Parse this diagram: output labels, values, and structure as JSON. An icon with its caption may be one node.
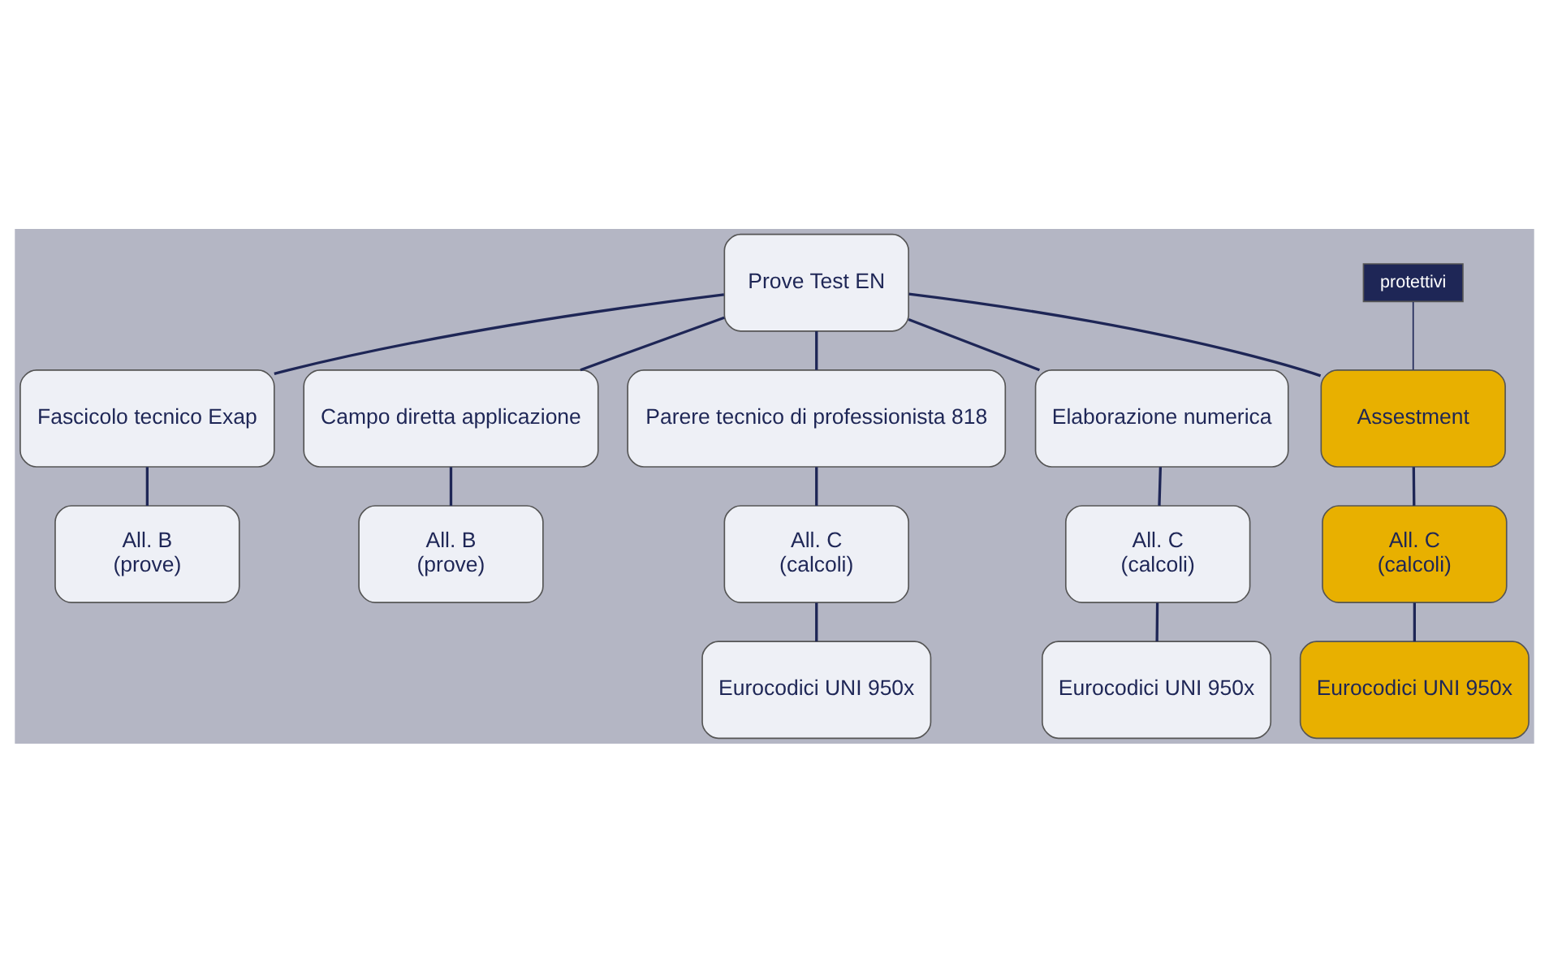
{
  "diagram": {
    "nodes": [
      {
        "text": [
          "Prove Test EN"
        ]
      },
      {
        "text": [
          "Campo diretta applicazione"
        ]
      },
      {
        "text": [
          "Fascicolo tecnico Exap"
        ]
      },
      {
        "text": [
          "Assestment"
        ]
      },
      {
        "text": [
          "Parere tecnico di professionista 818"
        ]
      },
      {
        "text": [
          "Elaborazione numerica"
        ]
      },
      {
        "text": [
          "All. B",
          "(prove)"
        ]
      },
      {
        "text": [
          "All. B",
          "(prove)"
        ]
      },
      {
        "text": [
          "All. C",
          "(calcoli)"
        ]
      },
      {
        "text": [
          "All. C",
          "(calcoli)"
        ]
      },
      {
        "text": [
          "All. C",
          "(calcoli)"
        ]
      },
      {
        "text": [
          "Eurocodici UNI 950x"
        ]
      },
      {
        "text": [
          "Eurocodici UNI 950x"
        ]
      },
      {
        "text": [
          "Eurocodici UNI 950x"
        ]
      },
      {
        "text": [
          "protettivi"
        ]
      }
    ],
    "edges": [
      {
        "from": 0,
        "to": 1,
        "arrow": "none"
      },
      {
        "from": 0,
        "to": 2,
        "arrow": "none"
      },
      {
        "from": 0,
        "to": 3,
        "arrow": "none"
      },
      {
        "from": 0,
        "to": 4,
        "arrow": "none"
      },
      {
        "from": 0,
        "to": 5,
        "arrow": "none"
      },
      {
        "from": 1,
        "to": 6,
        "arrow": "none"
      },
      {
        "from": 2,
        "to": 7,
        "arrow": "none"
      },
      {
        "from": 3,
        "to": 8,
        "arrow": "none"
      },
      {
        "from": 4,
        "to": 9,
        "arrow": "none"
      },
      {
        "from": 5,
        "to": 10,
        "arrow": "none"
      },
      {
        "from": 8,
        "to": 11,
        "arrow": "none"
      },
      {
        "from": 9,
        "to": 12,
        "arrow": "none"
      },
      {
        "from": 10,
        "to": 13,
        "arrow": "none"
      },
      {
        "from": 14,
        "to": 3,
        "arrow": "none"
      }
    ]
  }
}
